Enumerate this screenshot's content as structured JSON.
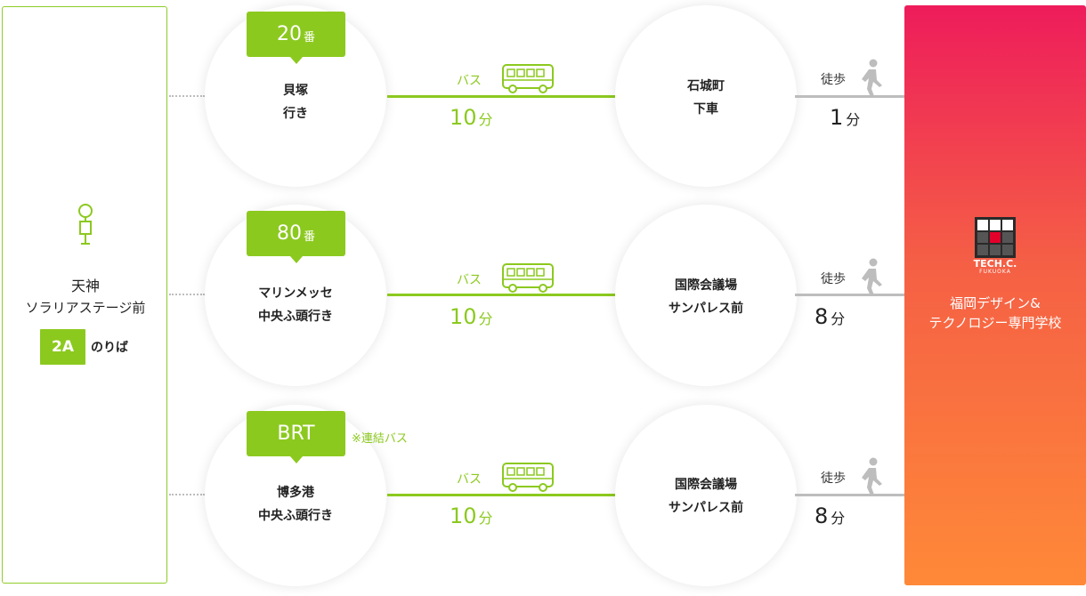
{
  "origin": {
    "name_line1": "天神",
    "name_line2": "ソラリアステージ前",
    "platform": "2A",
    "platform_label": "のりば"
  },
  "routes": [
    {
      "number": "20",
      "number_suffix": "番",
      "destination_line1": "貝塚",
      "destination_line2": "行き",
      "bus_label": "バス",
      "bus_time": "10",
      "bus_time_unit": "分",
      "stop_line1": "石城町",
      "stop_line2": "下車",
      "walk_label": "徒歩",
      "walk_time": "1",
      "walk_time_unit": "分"
    },
    {
      "number": "80",
      "number_suffix": "番",
      "destination_line1": "マリンメッセ",
      "destination_line2": "中央ふ頭行き",
      "bus_label": "バス",
      "bus_time": "10",
      "bus_time_unit": "分",
      "stop_line1": "国際会議場",
      "stop_line2": "サンパレス前",
      "walk_label": "徒歩",
      "walk_time": "8",
      "walk_time_unit": "分"
    },
    {
      "number": "BRT",
      "number_suffix": "",
      "note": "※連結バス",
      "destination_line1": "博多港",
      "destination_line2": "中央ふ頭行き",
      "bus_label": "バス",
      "bus_time": "10",
      "bus_time_unit": "分",
      "stop_line1": "国際会議場",
      "stop_line2": "サンパレス前",
      "walk_label": "徒歩",
      "walk_time": "8",
      "walk_time_unit": "分"
    }
  ],
  "destination": {
    "logo_text": "TECH.C.",
    "logo_subtext": "FUKUOKA",
    "name_line1": "福岡デザイン&",
    "name_line2": "テクノロジー専門学校"
  },
  "colors": {
    "green": "#8cc91f",
    "gray_line": "#bdbdbd",
    "dest_gradient_top": "#ee1c5b",
    "dest_gradient_bottom": "#ff8938"
  },
  "icons": [
    "bus-stop-icon",
    "bus-icon",
    "walking-person-icon",
    "school-logo-icon"
  ]
}
